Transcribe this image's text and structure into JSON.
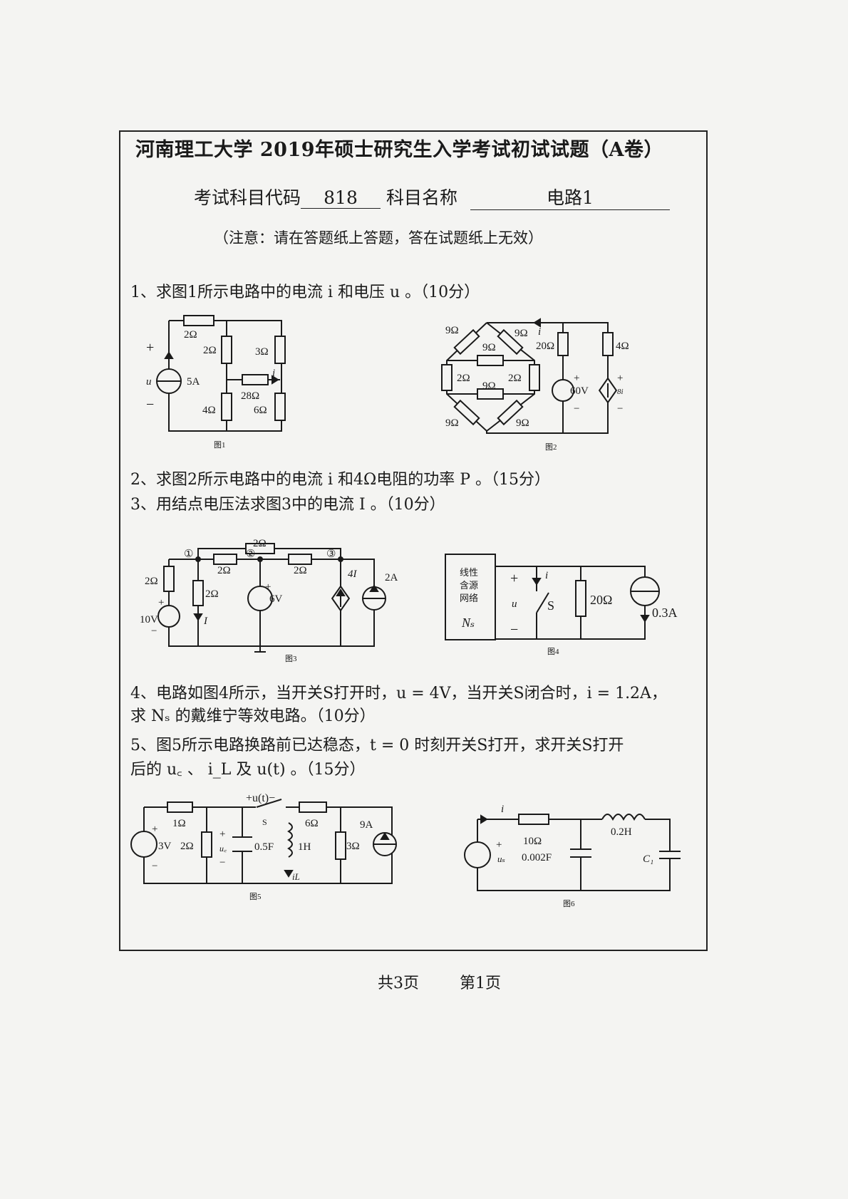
{
  "header": {
    "title": "河南理工大学 2019年硕士研究生入学考试初试试题（A卷）",
    "subject_code_label": "考试科目代码",
    "subject_code": "818",
    "subject_name_label": "科目名称",
    "subject_name": "电路1",
    "note": "（注意：请在答题纸上答题，答在试题纸上无效）"
  },
  "questions": {
    "q1": "1、求图1所示电路中的电流 i 和电压 u 。（10分）",
    "q2": "2、求图2所示电路中的电流 i 和4Ω电阻的功率 P 。（15分）",
    "q3": "3、用结点电压法求图3中的电流 I 。（10分）",
    "q4_line1": "4、电路如图4所示，当开关S打开时，u = 4V，当开关S闭合时，i = 1.2A，",
    "q4_line2": "求 Nₛ 的戴维宁等效电路。（10分）",
    "q5_line1": "5、图5所示电路换路前已达稳态，t = 0 时刻开关S打开，求开关S打开",
    "q5_line2": "后的 u꜀ 、 i_L 及 u(t) 。（15分）"
  },
  "figures": {
    "fig1": {
      "caption": "图1",
      "r_top": "2Ω",
      "r_mid_up": "2Ω",
      "r_right_up": "3Ω",
      "r_cross": "28Ω",
      "r_mid_down": "4Ω",
      "r_right_down": "6Ω",
      "source": "5A",
      "u": "u",
      "plus": "+",
      "minus": "−",
      "i": "i"
    },
    "fig2": {
      "caption": "图2",
      "r_tl": "9Ω",
      "r_tr": "9Ω",
      "r_h1": "9Ω",
      "r_l": "2Ω",
      "r_r": "2Ω",
      "r_h2": "9Ω",
      "r_bl": "9Ω",
      "r_br": "9Ω",
      "r_20": "20Ω",
      "r_4": "4Ω",
      "v_source": "60V",
      "dep_source": "8i",
      "i": "i",
      "plus": "+",
      "minus": "−"
    },
    "fig3": {
      "caption": "图3",
      "r_top": "2Ω",
      "r_12": "2Ω",
      "r_23": "2Ω",
      "r_left": "2Ω",
      "r_branch": "2Ω",
      "v10": "10V",
      "v6": "6V",
      "dep": "4I",
      "i2a": "2A",
      "I": "I",
      "n1": "①",
      "n2": "②",
      "n3": "③",
      "plus": "+",
      "minus": "−"
    },
    "fig4": {
      "caption": "图4",
      "box_line1": "线性",
      "box_line2": "含源",
      "box_line3": "网络",
      "box_ns": "Nₛ",
      "u": "u",
      "i": "i",
      "s": "S",
      "r": "20Ω",
      "src": "0.3A",
      "plus": "+",
      "minus": "−"
    },
    "fig5": {
      "caption": "图5",
      "v": "3V",
      "r1": "1Ω",
      "r2": "2Ω",
      "uc": "u꜀",
      "c": "0.5F",
      "ut": "+u(t)−",
      "s": "S",
      "l": "1H",
      "il": "iL",
      "r6": "6Ω",
      "r3": "3Ω",
      "src": "9A",
      "plus": "+",
      "minus": "−"
    },
    "fig6": {
      "caption": "图6",
      "i": "i",
      "us": "uₛ",
      "r": "10Ω",
      "c": "0.002F",
      "l": "0.2H",
      "c1": "C₁",
      "plus": "+",
      "minus": "−"
    }
  },
  "footer": {
    "total": "共3页",
    "page": "第1页"
  }
}
